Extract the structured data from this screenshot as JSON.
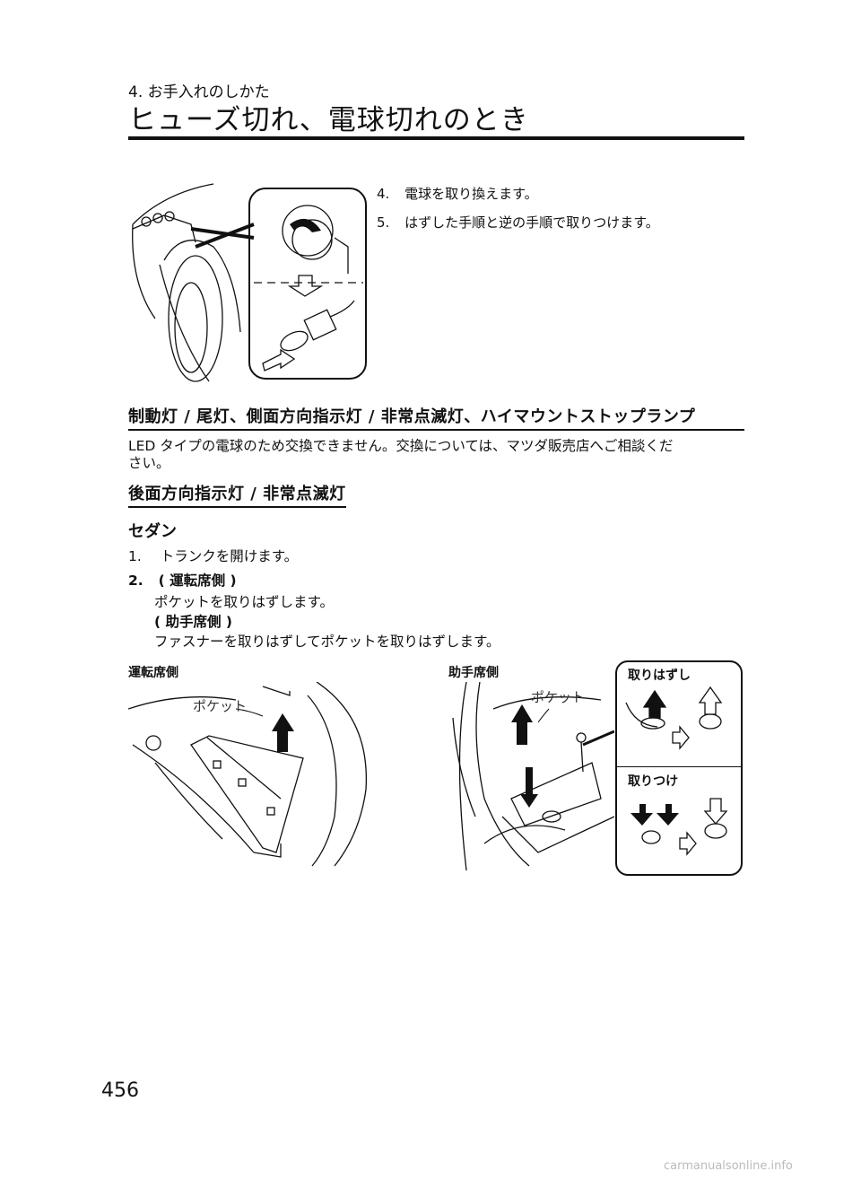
{
  "header": {
    "chapter": "4. お手入れのしかた",
    "title": "ヒューズ切れ、電球切れのとき"
  },
  "bulb_steps": [
    {
      "num": "4.",
      "text": "電球を取り換えます。"
    },
    {
      "num": "5.",
      "text": "はずした手順と逆の手順で取りつけます。"
    }
  ],
  "section_led": {
    "heading": "制動灯 / 尾灯、側面方向指示灯 / 非常点滅灯、ハイマウントストップランプ",
    "line1": "LED タイプの電球のため交換できません。交換については、マツダ販売店へご相談くだ",
    "line2": "さい。"
  },
  "section_rear": {
    "heading": "後面方向指示灯 / 非常点滅灯",
    "subheading": "セダン",
    "step1_num": "1.",
    "step1_text": "トランクを開けます。",
    "step2_num": "2.",
    "step2_label": "( 運転席側 )",
    "step2_text_a": "ポケットを取りはずします。",
    "step2_label_b": "( 助手席側 )",
    "step2_text_b": "ファスナーを取りはずしてポケットを取りはずします。"
  },
  "figures": {
    "driver_caption": "運転席側",
    "passenger_caption": "助手席側",
    "pocket_label_left": "ポケット",
    "pocket_label_right": "ポケット",
    "remove_label": "取りはずし",
    "install_label": "取りつけ"
  },
  "footer": {
    "page_number": "456",
    "watermark": "carmanualsonline.info"
  }
}
